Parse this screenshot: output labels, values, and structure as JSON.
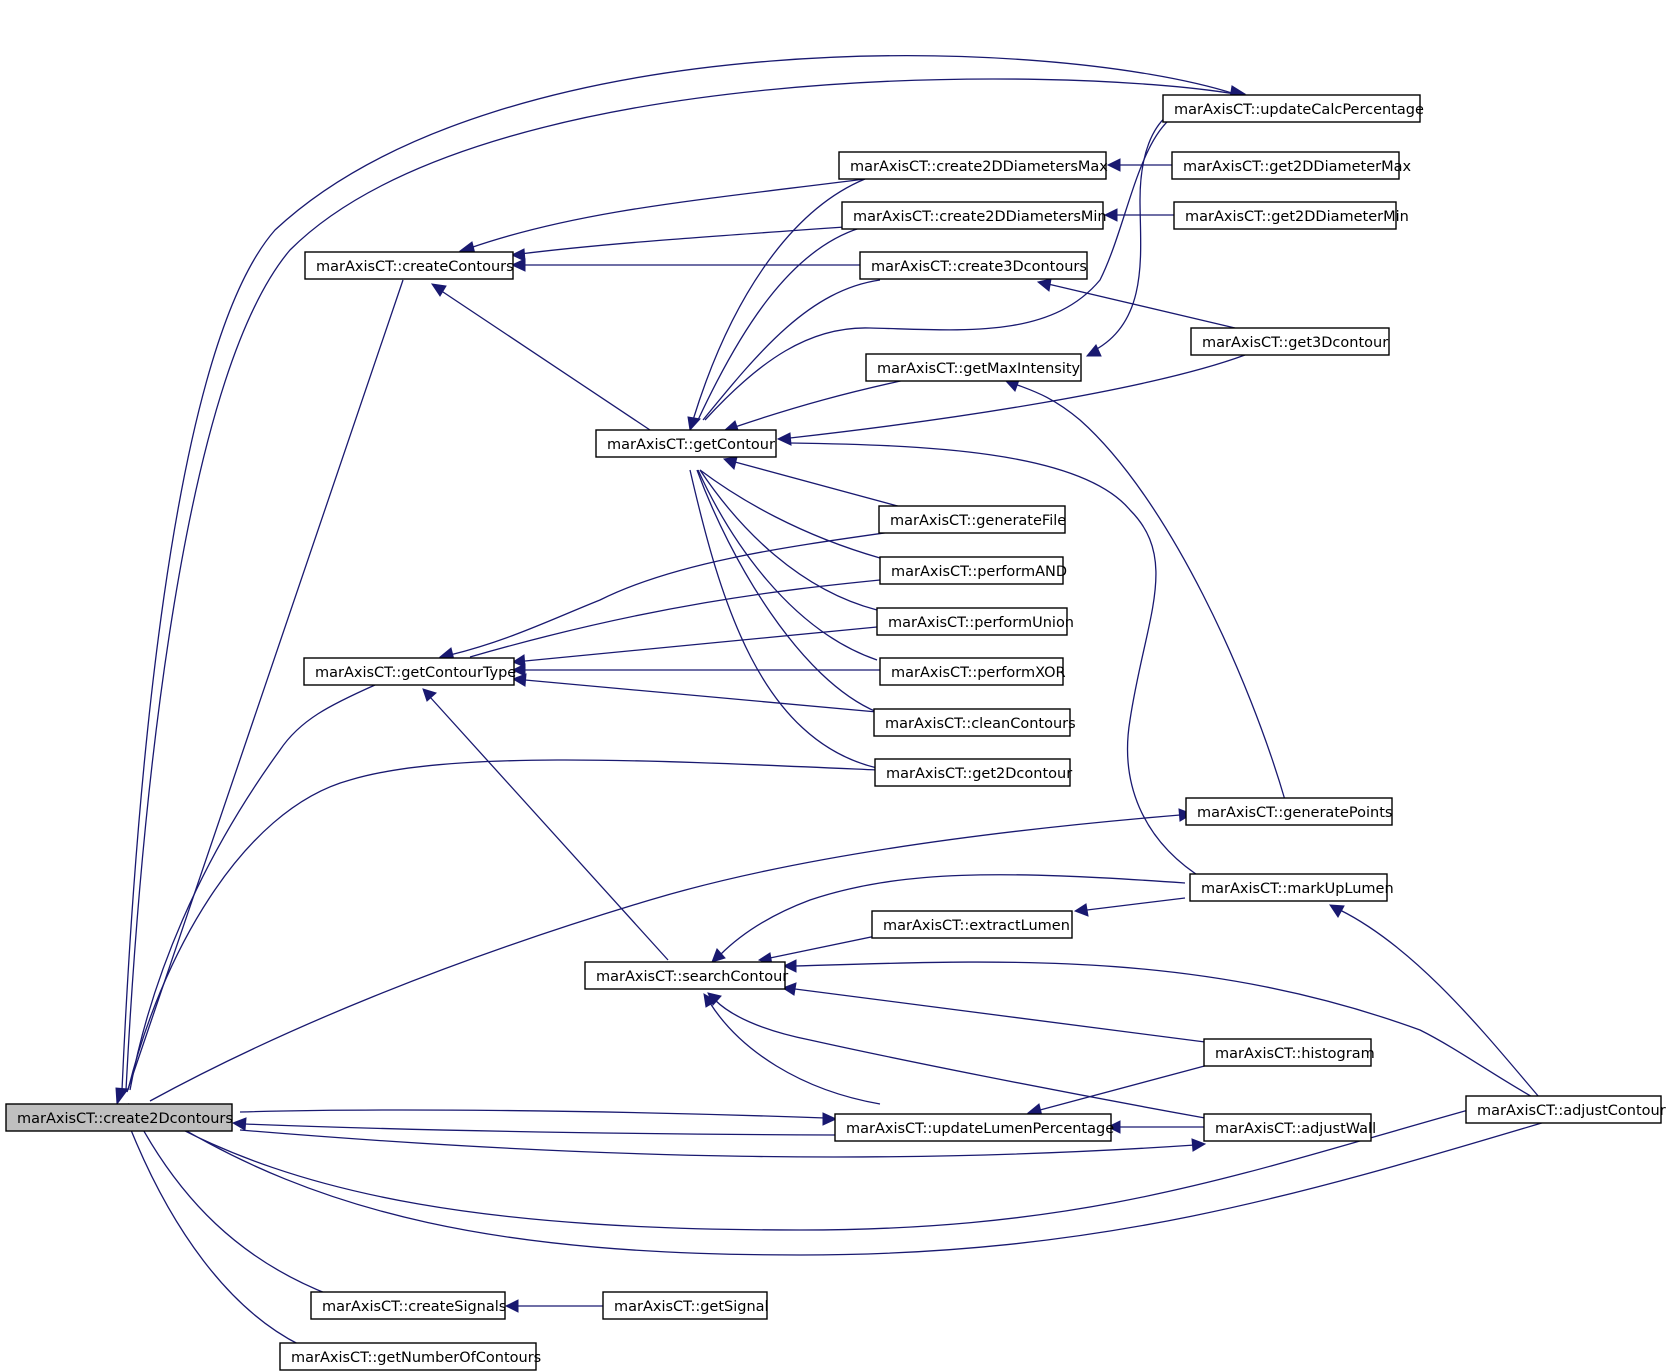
{
  "diagram": {
    "colors": {
      "edge": "#191970",
      "root_fill": "#bfbfbf",
      "node_fill": "#ffffff",
      "node_border": "#000000"
    },
    "nodes": {
      "create2Dcontours": "marAxisCT::create2Dcontours",
      "updateCalcPercentage": "marAxisCT::updateCalcPercentage",
      "create2DDiametersMax": "marAxisCT::create2DDiametersMax",
      "get2DDiameterMax": "marAxisCT::get2DDiameterMax",
      "create2DDiametersMin": "marAxisCT::create2DDiametersMin",
      "get2DDiameterMin": "marAxisCT::get2DDiameterMin",
      "createContours": "marAxisCT::createContours",
      "create3Dcontours": "marAxisCT::create3Dcontours",
      "get3Dcontour": "marAxisCT::get3Dcontour",
      "getMaxIntensity": "marAxisCT::getMaxIntensity",
      "getContour": "marAxisCT::getContour",
      "generateFile": "marAxisCT::generateFile",
      "performAND": "marAxisCT::performAND",
      "performUnion": "marAxisCT::performUnion",
      "getContourType": "marAxisCT::getContourType",
      "performXOR": "marAxisCT::performXOR",
      "cleanContours": "marAxisCT::cleanContours",
      "get2Dcontour": "marAxisCT::get2Dcontour",
      "generatePoints": "marAxisCT::generatePoints",
      "markUpLumen": "marAxisCT::markUpLumen",
      "extractLumen": "marAxisCT::extractLumen",
      "searchContour": "marAxisCT::searchContour",
      "histogram": "marAxisCT::histogram",
      "adjustContour": "marAxisCT::adjustContour",
      "updateLumenPercentage": "marAxisCT::updateLumenPercentage",
      "adjustWall": "marAxisCT::adjustWall",
      "createSignals": "marAxisCT::createSignals",
      "getSignal": "marAxisCT::getSignal",
      "getNumberOfContours": "marAxisCT::getNumberOfContours"
    }
  }
}
